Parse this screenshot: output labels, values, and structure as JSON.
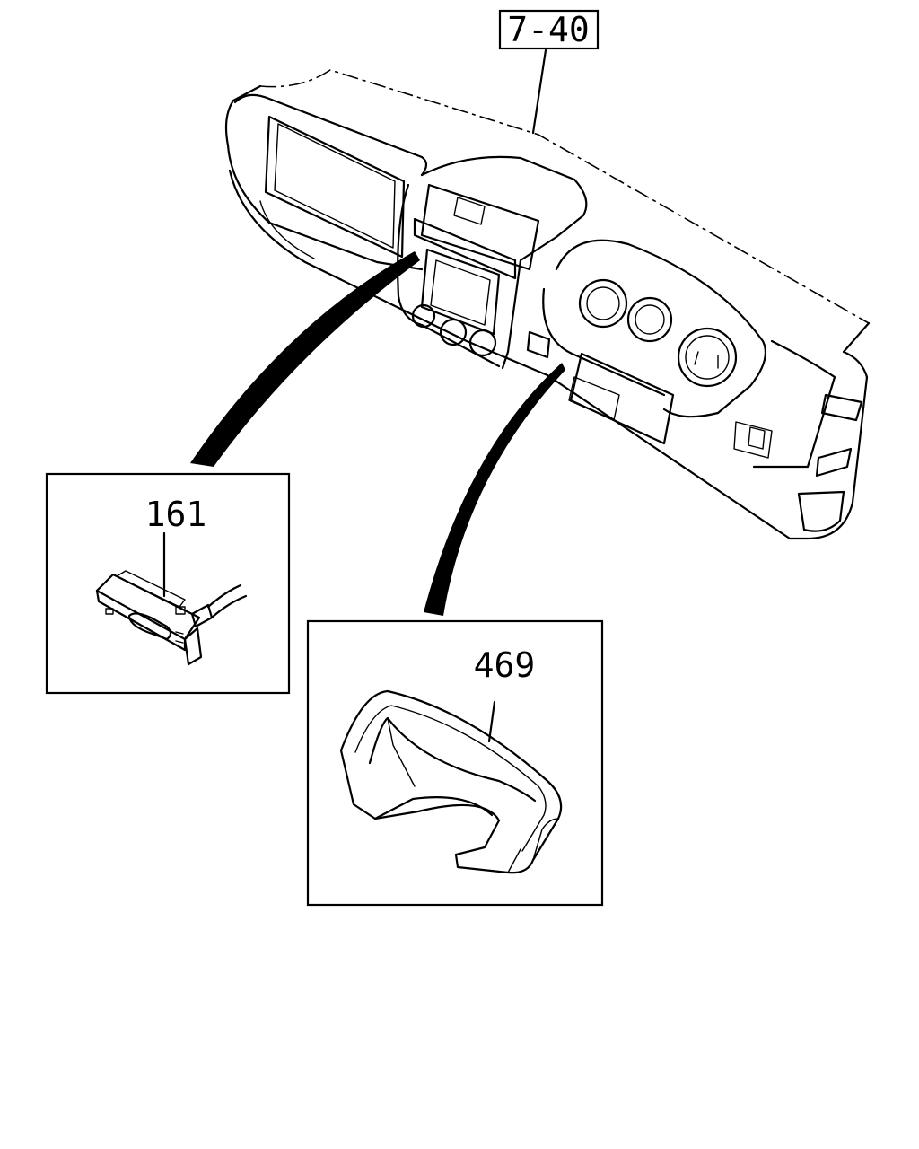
{
  "callouts": {
    "dashboard_ref": "7-40",
    "clock_part": "161",
    "cluster_bezel_part": "469"
  },
  "colors": {
    "line": "#000000",
    "background": "#ffffff"
  }
}
